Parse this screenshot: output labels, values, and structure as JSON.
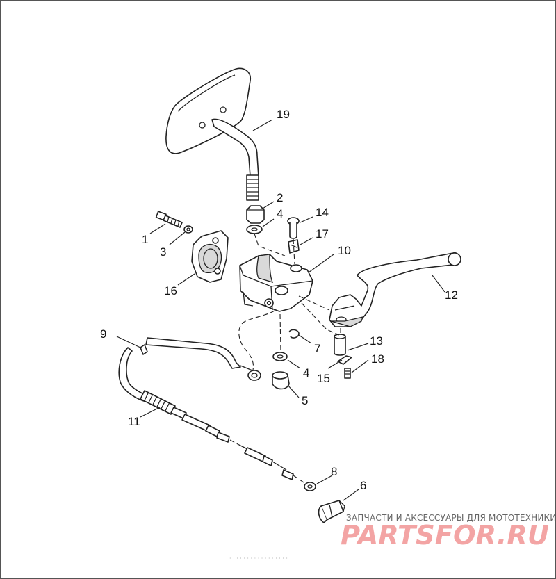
{
  "diagram": {
    "callouts": [
      {
        "id": "c1",
        "label": "1"
      },
      {
        "id": "c2",
        "label": "2"
      },
      {
        "id": "c3",
        "label": "3"
      },
      {
        "id": "c4a",
        "label": "4"
      },
      {
        "id": "c4b",
        "label": "4"
      },
      {
        "id": "c5",
        "label": "5"
      },
      {
        "id": "c6",
        "label": "6"
      },
      {
        "id": "c7",
        "label": "7"
      },
      {
        "id": "c8",
        "label": "8"
      },
      {
        "id": "c9",
        "label": "9"
      },
      {
        "id": "c10",
        "label": "10"
      },
      {
        "id": "c11",
        "label": "11"
      },
      {
        "id": "c12",
        "label": "12"
      },
      {
        "id": "c13",
        "label": "13"
      },
      {
        "id": "c14",
        "label": "14"
      },
      {
        "id": "c15",
        "label": "15"
      },
      {
        "id": "c16",
        "label": "16"
      },
      {
        "id": "c17",
        "label": "17"
      },
      {
        "id": "c18",
        "label": "18"
      },
      {
        "id": "c19",
        "label": "19"
      }
    ]
  },
  "watermark": {
    "caption": "ЗАПЧАСТИ И АКСЕССУАРЫ ДЛЯ МОТОТЕХНИКИ",
    "logo": "PARTSFOR.RU",
    "logo_color": "#f3a4a4"
  }
}
